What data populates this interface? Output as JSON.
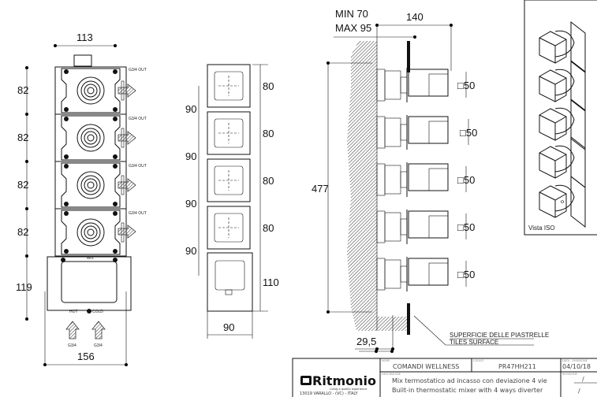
{
  "front_module_view": {
    "width_top": "113",
    "width_bottom": "156",
    "module_heights": [
      "82",
      "82",
      "82",
      "82"
    ],
    "mixer_height": "119",
    "outlet_label": "G3/4 OUT",
    "mixer_label": "MIX",
    "hot_label": "HOT",
    "cold_label": "COLD",
    "inlet_label": "G3/4"
  },
  "plate_view": {
    "square_sizes": [
      "80",
      "80",
      "80",
      "80"
    ],
    "pitches": [
      "90",
      "90",
      "90",
      "90"
    ],
    "mixer_size": "110",
    "width": "90"
  },
  "side_view": {
    "depth_min": "MIN 70",
    "depth_max": "MAX 95",
    "projection": "140",
    "height": "477",
    "knob_sizes": [
      "□50",
      "□50",
      "□50",
      "□50",
      "□50"
    ],
    "offset": "29,5",
    "tiles_it": "SUPERFICIE DELLE PIASTRELLE",
    "tiles_en": "TILES SURFACE"
  },
  "iso_view": {
    "label": "Vista ISO"
  },
  "title_block": {
    "brand": "Ritmonio",
    "tagline": "Living a quality experience.",
    "address": "13019 VARALLO - (VC) - ITALY",
    "name_label": "NOME",
    "name": "COMANDI WELLNESS",
    "code_label": "CODICE",
    "code": "PR47HH211",
    "date_label": "DATA - EMISSIONE",
    "date": "04/10/18",
    "desc_label": "DESCRIZIONE",
    "desc_it": "Mix termostatico ad incasso con deviazione 4 vie",
    "desc_en": "Built-in thermostatic mixer with 4 ways diverter",
    "rev_label": "REVISIONE",
    "rev": "/",
    "rev2": "/"
  }
}
